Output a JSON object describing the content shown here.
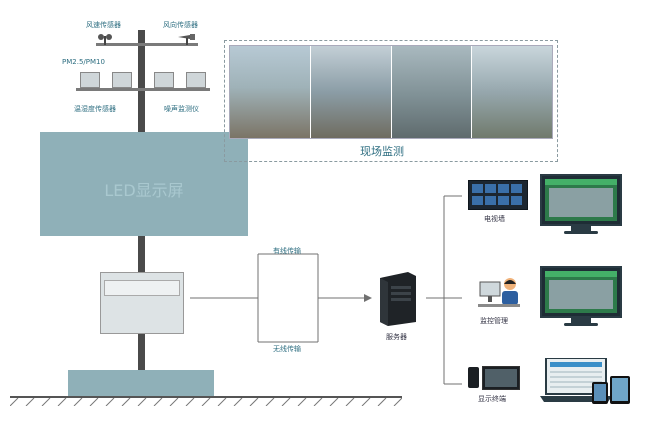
{
  "labels": {
    "wind_speed_sensor": "风速传感器",
    "wind_dir_sensor": "风向传感器",
    "pm_sensor": "PM2.5/PM10",
    "temp_humidity_sensor": "温湿度传感器",
    "noise_monitor": "噪声监测仪",
    "led_display": "LED显示屏",
    "site_monitoring": "现场监测",
    "wired_transmission": "有线传输",
    "wireless_transmission": "无线传输",
    "server": "服务器",
    "video_wall": "电视墙",
    "monitor_center": "监控管理",
    "display_terminal": "显示终端"
  },
  "colors": {
    "led_panel": "#8fb0b8",
    "line": "#707070",
    "accent_text": "#2f6f82",
    "screen_green": "#2d7a4a"
  }
}
